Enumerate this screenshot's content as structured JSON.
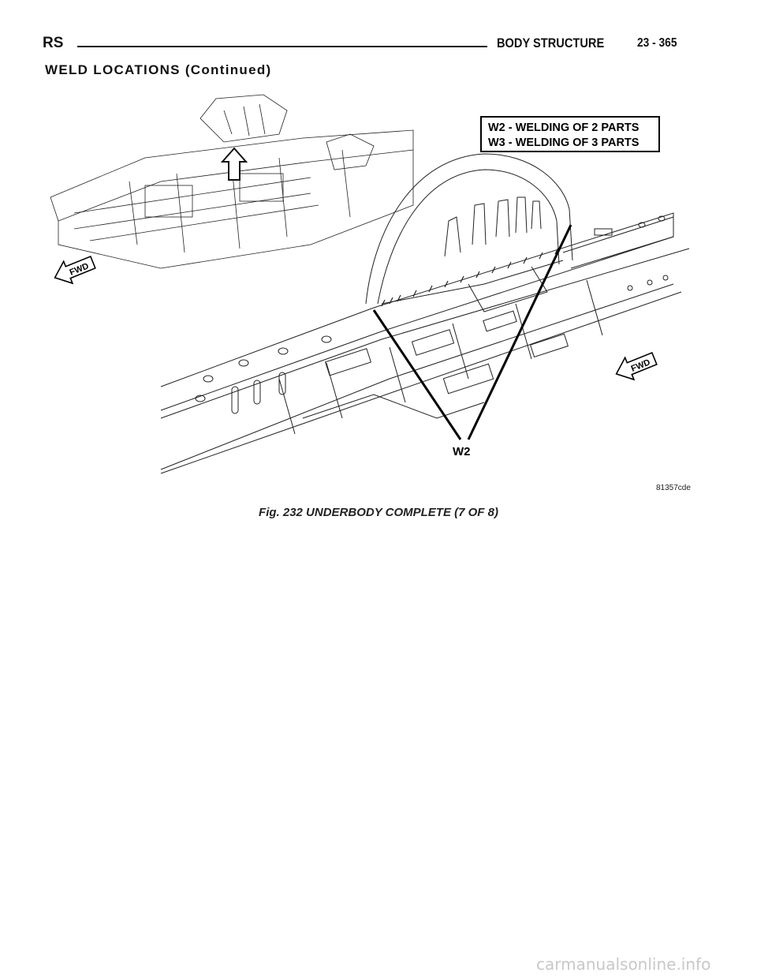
{
  "header": {
    "section_code": "RS",
    "chapter_title": "BODY STRUCTURE",
    "page_number": "23 - 365"
  },
  "section_title": "WELD LOCATIONS (Continued)",
  "figure": {
    "legend_line_1": "W2 - WELDING OF 2 PARTS",
    "legend_line_2": "W3 - WELDING OF 3 PARTS",
    "fwd_label_1": "FWD",
    "fwd_label_2": "FWD",
    "weld_callout": "W2",
    "figure_code": "81357cde"
  },
  "caption": "Fig. 232 UNDERBODY COMPLETE (7 OF 8)",
  "watermark": "carmanualsonline.info"
}
